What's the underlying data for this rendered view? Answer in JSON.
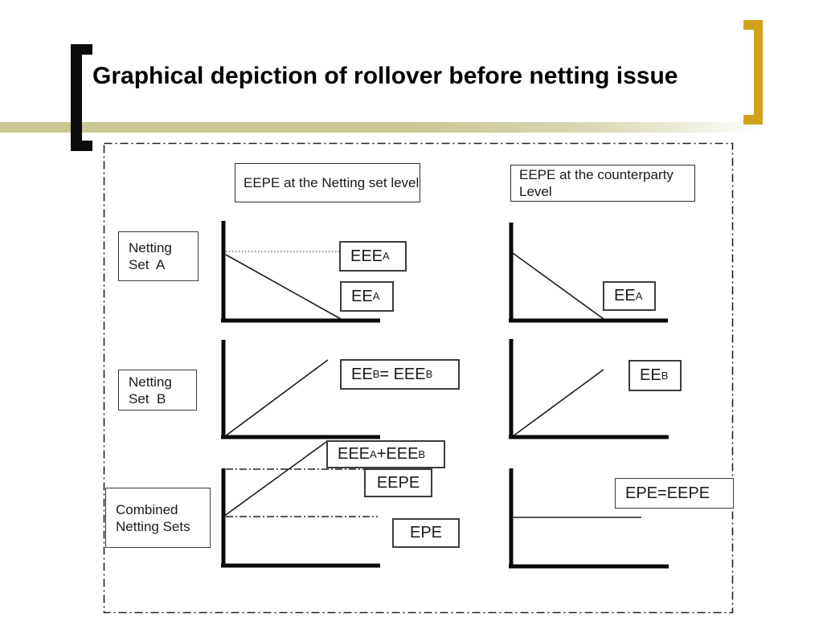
{
  "slide": {
    "title": "Graphical depiction of rollover before netting issue"
  },
  "colors": {
    "accent_gold": "#d1a11b",
    "band_olive": "#c9c792",
    "line_black": "#111111"
  },
  "headers": {
    "netting_set": "EEPE at the Netting set level",
    "counterparty": "EEPE at the counterparty Level"
  },
  "row_labels": {
    "row1": {
      "line1": "Netting",
      "line2": "Set  A"
    },
    "row2": {
      "line1": "Netting",
      "line2": "Set  B"
    },
    "row3": {
      "line1": "Combined",
      "line2": "Netting Sets"
    }
  },
  "labels": {
    "eee_a": {
      "p1": "EEE",
      "s1": "A"
    },
    "ee_a": {
      "p1": "EE",
      "s1": "A"
    },
    "eeb_eq_eeeb": {
      "p1": "EE",
      "s1": "B",
      "p2": " = EEE",
      "s2": "B"
    },
    "ee_b": {
      "p1": "EE",
      "s1": "B"
    },
    "eeea_plus_eeeb": {
      "p1": "EEE",
      "s1": "A",
      "p2": "+EEE",
      "s2": "B"
    },
    "eepe": "EEPE",
    "epe": "EPE",
    "epe_eq_eepe": "EPE=EEPE"
  },
  "chart_data": [
    {
      "type": "line",
      "panel": "netting-set-a-netting-level",
      "series": [
        {
          "name": "EE_A",
          "shape": "decreasing line from axis to zero"
        },
        {
          "name": "EEE_A",
          "shape": "flat dotted line at initial exposure level"
        }
      ]
    },
    {
      "type": "line",
      "panel": "netting-set-a-counterparty-level",
      "series": [
        {
          "name": "EE_A",
          "shape": "decreasing line from axis to zero"
        }
      ]
    },
    {
      "type": "line",
      "panel": "netting-set-b-netting-level",
      "series": [
        {
          "name": "EE_B = EEE_B",
          "shape": "increasing line from origin"
        }
      ]
    },
    {
      "type": "line",
      "panel": "netting-set-b-counterparty-level",
      "series": [
        {
          "name": "EE_B",
          "shape": "increasing line from origin"
        }
      ]
    },
    {
      "type": "line",
      "panel": "combined-netting-sets-netting-level",
      "series": [
        {
          "name": "EEE_A+EEE_B",
          "shape": "increasing line rising above axis top"
        },
        {
          "name": "EEPE",
          "shape": "upper dash-dot level line"
        },
        {
          "name": "EPE",
          "shape": "middle dash-dot level line"
        }
      ]
    },
    {
      "type": "line",
      "panel": "combined-netting-sets-counterparty-level",
      "series": [
        {
          "name": "EPE=EEPE",
          "shape": "flat solid level line"
        }
      ]
    }
  ]
}
